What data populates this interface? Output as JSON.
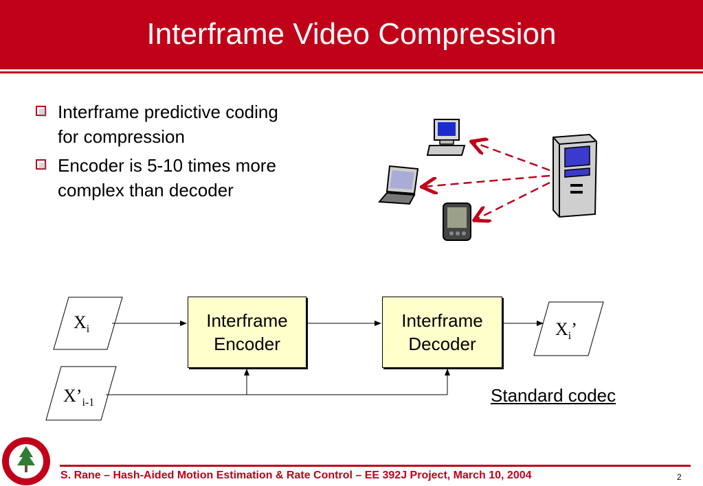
{
  "slide": {
    "title": "Interframe Video Compression",
    "bullets": [
      {
        "line1": "Interframe predictive coding",
        "line2": "for compression"
      },
      {
        "line1": "Encoder is 5-10 times more",
        "line2": "complex than decoder"
      }
    ],
    "diagram": {
      "input_main": "X",
      "input_main_sub": "i",
      "input_ref": "X’",
      "input_ref_sub": "i-1",
      "encoder": {
        "line1": "Interframe",
        "line2": "Encoder"
      },
      "decoder": {
        "line1": "Interframe",
        "line2": "Decoder"
      },
      "output": "X",
      "output_sub": "i",
      "output_prime": "’"
    },
    "caption": "Standard codec",
    "footer": "S. Rane – Hash-Aided Motion Estimation & Rate Control – EE 392J Project, March 10, 2004",
    "page_number": "2",
    "icons": [
      "desktop-computer-icon",
      "laptop-icon",
      "pda-icon",
      "server-tower-icon",
      "stanford-seal-icon"
    ],
    "colors": {
      "accent": "#c00018",
      "box_fill": "#ffffcc"
    }
  }
}
